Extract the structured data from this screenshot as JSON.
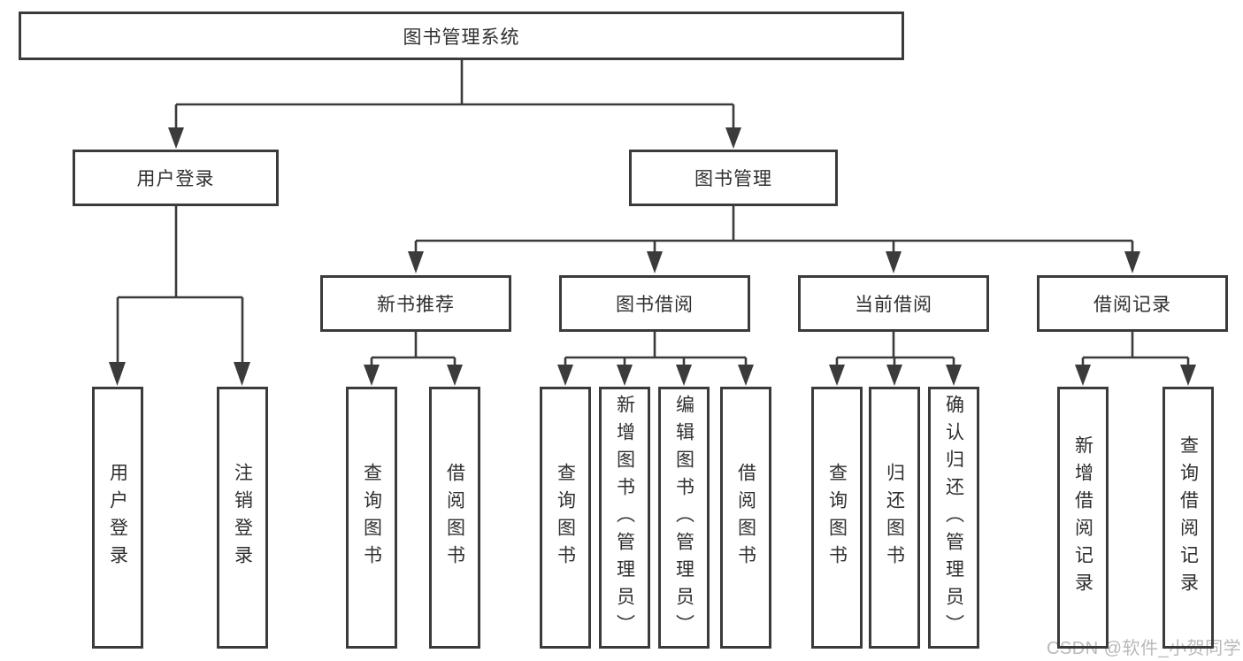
{
  "diagram": {
    "root": {
      "label": "图书管理系统"
    },
    "level2": [
      {
        "label": "用户登录",
        "children": [
          "用户登录",
          "注销登录"
        ]
      },
      {
        "label": "图书管理",
        "children": [
          {
            "label": "新书推荐",
            "children": [
              "查询图书",
              "借阅图书"
            ]
          },
          {
            "label": "图书借阅",
            "children": [
              "查询图书",
              "新增图书（管理员）",
              "编辑图书（管理员）",
              "借阅图书"
            ]
          },
          {
            "label": "当前借阅",
            "children": [
              "查询图书",
              "归还图书",
              "确认归还（管理员）"
            ]
          },
          {
            "label": "借阅记录",
            "children": [
              "新增借阅记录",
              "查询借阅记录"
            ]
          }
        ]
      }
    ],
    "colors": {
      "line": "#3b3b3b",
      "text": "#2f2f2f",
      "box_background": "#ffffff",
      "watermark": "#b9b9b9"
    },
    "watermark": "CSDN @软件_小贺同学"
  }
}
